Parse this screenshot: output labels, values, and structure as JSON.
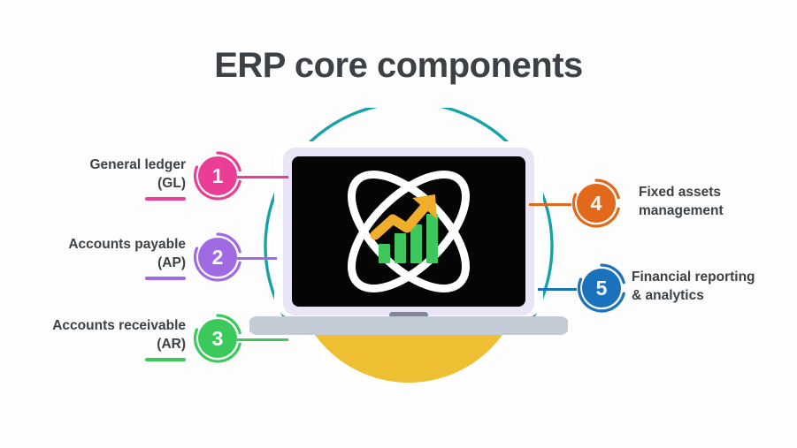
{
  "page": {
    "title": "ERP core components",
    "background_color": "#fdfdfd",
    "title_color": "#3c4145"
  },
  "palette": {
    "pink": "#ea3d96",
    "purple": "#a06ae3",
    "green": "#3cc95b",
    "orange": "#e2691b",
    "blue": "#1a72bd",
    "teal": "#17a2a8",
    "yellow": "#eebe33",
    "laptop_bezel": "#e9e4f6",
    "laptop_base": "#c3cbd6",
    "screen": "#050505",
    "bar_green": "#3ec75c",
    "arrow_orange": "#f0ae2b"
  },
  "components": [
    {
      "number": "1",
      "label_lines": [
        "General ledger",
        "(GL)"
      ],
      "color": "#ea3d96",
      "side": "left",
      "has_underline": true
    },
    {
      "number": "2",
      "label_lines": [
        "Accounts payable",
        "(AP)"
      ],
      "color": "#a06ae3",
      "side": "left",
      "has_underline": true
    },
    {
      "number": "3",
      "label_lines": [
        "Accounts receivable",
        "(AR)"
      ],
      "color": "#3cc95b",
      "side": "left",
      "has_underline": true
    },
    {
      "number": "4",
      "label_lines": [
        "Fixed assets",
        "management"
      ],
      "color": "#e2691b",
      "side": "right",
      "has_underline": false
    },
    {
      "number": "5",
      "label_lines": [
        "Financial reporting",
        "& analytics"
      ],
      "color": "#1a72bd",
      "side": "right",
      "has_underline": false
    }
  ],
  "center": {
    "icon_name": "atom-growth-chart-icon",
    "laptop_name": "laptop-illustration",
    "backdrop_name": "yellow-circle-backdrop",
    "ring_name": "teal-ring"
  }
}
